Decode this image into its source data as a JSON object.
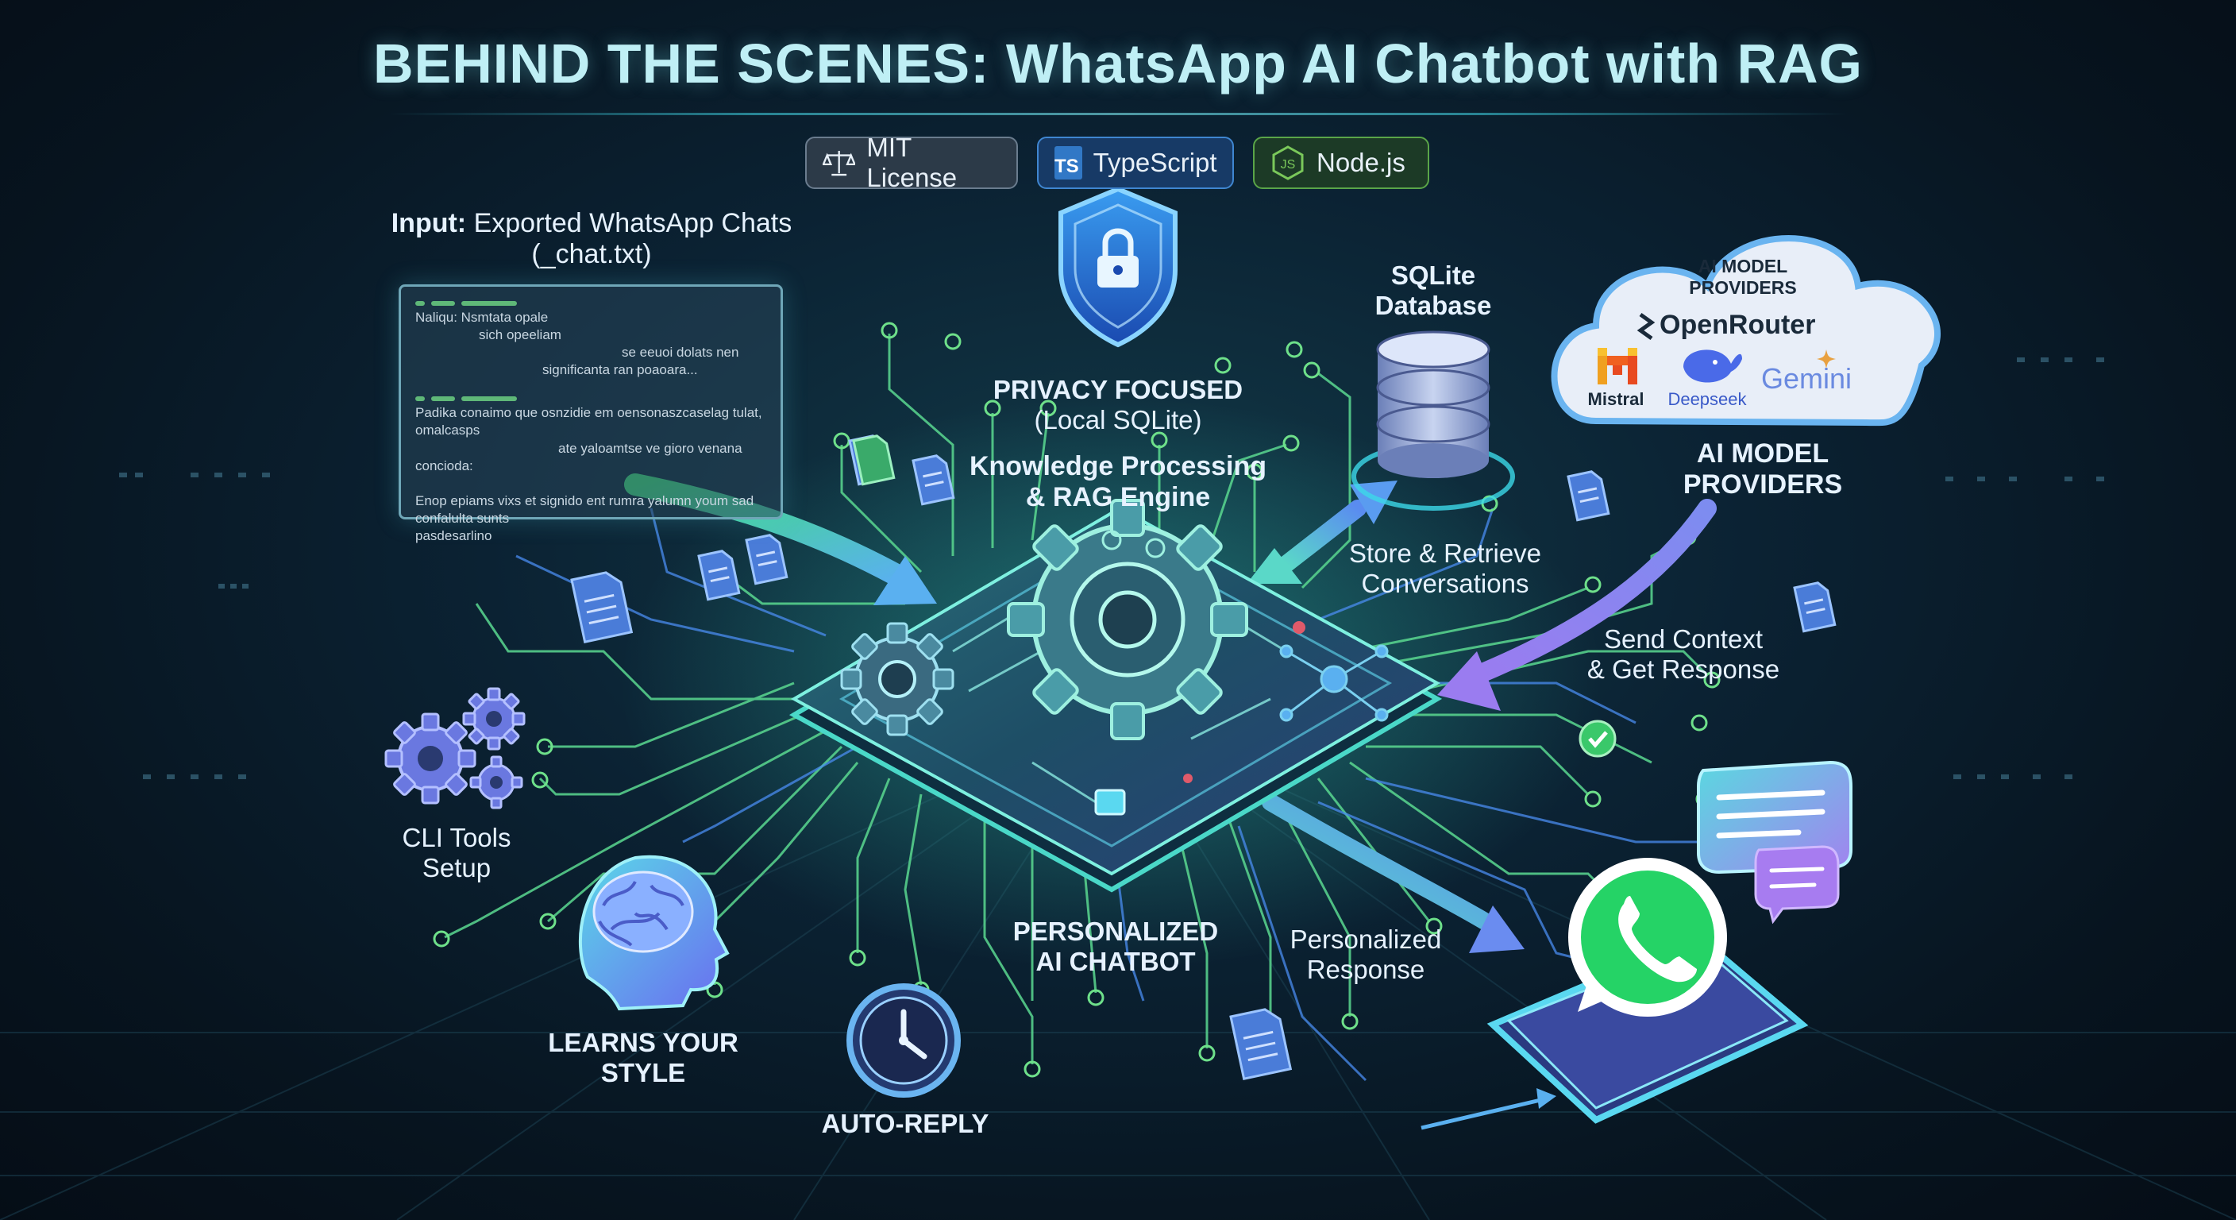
{
  "title": "BEHIND THE SCENES: WhatsApp AI Chatbot with RAG",
  "badges": {
    "mit": "MIT License",
    "ts_icon": "TS",
    "ts": "TypeScript",
    "node_icon": "JS",
    "node": "Node.js"
  },
  "input": {
    "label_bold": "Input:",
    "label_rest": "Exported WhatsApp Chats",
    "file": "(_chat.txt)",
    "chat_lines": [
      [
        "Naliqu: Nsmtata opale",
        "sich opeeliam",
        "se eeuoi dolats nen",
        "significanta ran poaoara..."
      ],
      [
        "Padika conaimo que osnzidie em oensonaszcaselag tulat,",
        "omalcasps",
        "ate yaloamtse ve gioro venana",
        "concioda:"
      ],
      [
        "Enop epiams vixs et signido ent rumra yalumn youm sad",
        "confalulta sunts",
        "pasdesarlino"
      ]
    ]
  },
  "privacy": {
    "line1": "PRIVACY FOCUSED",
    "line2": "(Local SQLite)"
  },
  "knowledge": {
    "line1": "Knowledge Processing",
    "line2": "& RAG Engine"
  },
  "sqlite": {
    "line1": "SQLite",
    "line2": "Database"
  },
  "store": {
    "line1": "Store & Retrieve",
    "line2": "Conversations"
  },
  "cloud": {
    "title1": "AI MODEL",
    "title2": "PROVIDERS",
    "openrouter": "OpenRouter",
    "mistral": "Mistral",
    "deepseek": "Deepseek",
    "gemini": "Gemini"
  },
  "providers": {
    "line1": "AI MODEL",
    "line2": "PROVIDERS"
  },
  "send": {
    "line1": "Send Context",
    "line2": "& Get Response"
  },
  "cli": {
    "line1": "CLI Tools",
    "line2": "Setup"
  },
  "learns": {
    "line1": "LEARNS YOUR",
    "line2": "STYLE"
  },
  "autoreply": "AUTO-REPLY",
  "personalized_bot": {
    "line1": "PERSONALIZED",
    "line2": "AI CHATBOT"
  },
  "personalized_resp": {
    "line1": "Personalized",
    "line2": "Response"
  },
  "colors": {
    "accent": "#3cc8d8",
    "green": "#6ee08a",
    "blue": "#4e7fe0",
    "purple": "#8a7cf0",
    "whatsapp": "#25d366"
  }
}
